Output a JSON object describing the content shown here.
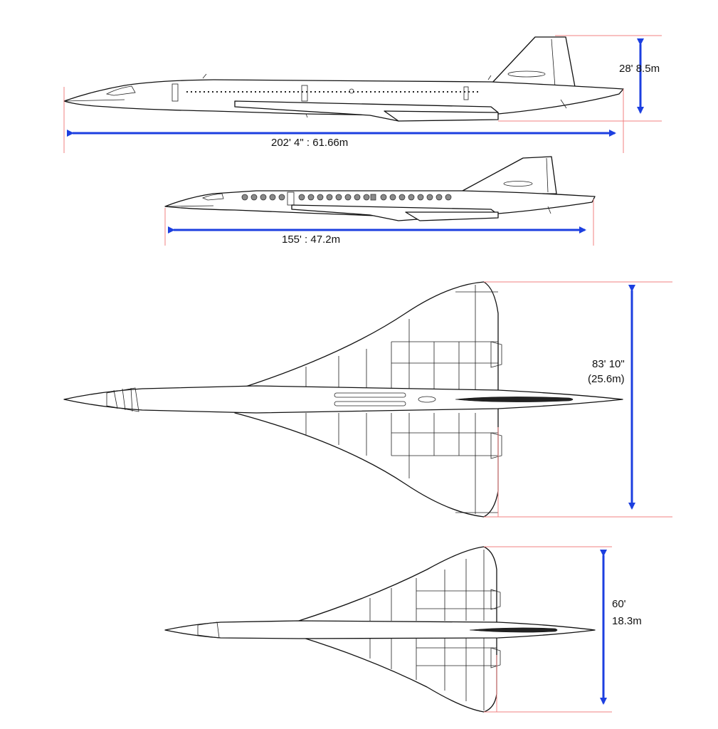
{
  "dimensions": {
    "concorde_height": "28' 8.5m",
    "concorde_length": "202' 4\" : 61.66m",
    "small_length": "155'  : 47.2m",
    "concorde_span_ft": "83' 10\"",
    "concorde_span_m": "(25.6m)",
    "small_span_ft": "60'",
    "small_span_m": "18.3m"
  },
  "colors": {
    "dimension_arrow": "#1c3fe0",
    "extension_line": "#f08080",
    "line_art": "#111111",
    "window": "#8a8a8a"
  }
}
